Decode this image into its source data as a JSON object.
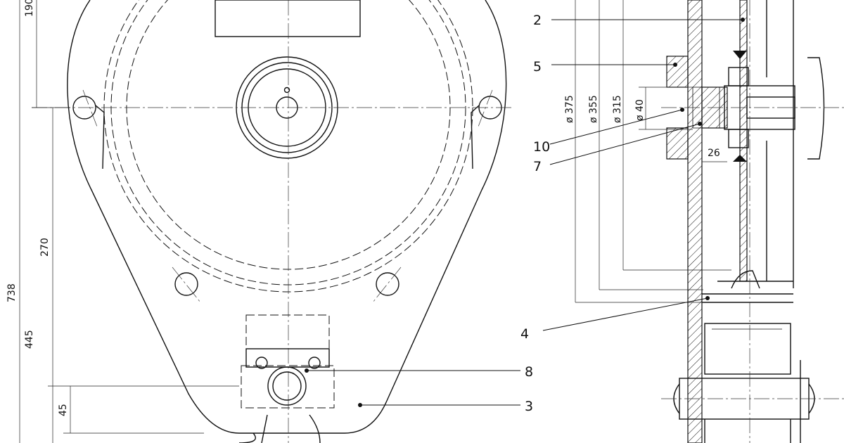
{
  "dimensions": {
    "overall_height": "738",
    "top_height": "190",
    "center_to_axis": "270",
    "axis_to_bottom": "445",
    "lower_offset": "45",
    "dia_375": "ø 375",
    "dia_355": "ø 355",
    "dia_315": "ø 315",
    "dia_40": "ø 40",
    "width_26": "26"
  },
  "part_labels": {
    "p2": "2",
    "p5": "5",
    "p10": "10",
    "p7": "7",
    "p4": "4",
    "p8": "8",
    "p3": "3"
  }
}
